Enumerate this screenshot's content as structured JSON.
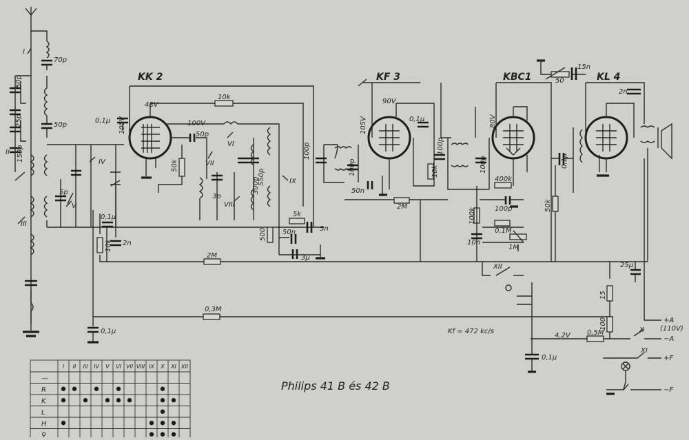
{
  "title": "Philips 41 B és 42 B",
  "note": "Kf = 472 kc/s",
  "tubes": [
    "KK 2",
    "KF 3",
    "KBC1",
    "KL 4"
  ],
  "voltages": {
    "kk2_screen": "48V",
    "kk2_plate": "105V",
    "osc_plate": "100V",
    "kf3_plate": "90V",
    "kf3_screen": "105V",
    "kbc1_plate": "80V",
    "bias": "4,2V"
  },
  "resistors": {
    "r10k_top": "10k",
    "r50k_kk2": "50k",
    "r5k": "5k",
    "r500": "500",
    "r10k_ant": "10k",
    "r2M_a": "2M",
    "r03M": "0,3M",
    "r2M_b": "2M",
    "r10k_kf3": "10k",
    "r400k": "400k",
    "r100k": "100k",
    "r01M": "0,1M",
    "r1M": "1M",
    "r50k_kbc": "50k",
    "r50_top": "50",
    "r15": "15",
    "r100": "100",
    "r05M": "0,5M"
  },
  "capacitors": {
    "c70p": "70p",
    "c50p_a": "50p",
    "c25p": "25p",
    "c150p": "150p",
    "c50p_b": "50p",
    "c5p": "5p",
    "c01u_a": "0,1µ",
    "c01u_b": "0,1µ",
    "c2n": "2n",
    "c01u_c": "0,1µ",
    "c50p_c": "50p",
    "c3p": "3p",
    "c550p": "550p",
    "c300p": "300p",
    "c50n": "50n",
    "c5n": "5n",
    "c3u": "3µ",
    "c100p_a": "100p",
    "c100p_b": "100p",
    "c01u_d": "0,1µ",
    "c50n_b": "50n",
    "c100p_c": "100p",
    "c100p_d": "100p",
    "c100p_e": "100p",
    "c10n": "10n",
    "c01u_e": "0,1µ",
    "c15n": "15n",
    "c2n_b": "2n",
    "c25u": "25µ",
    "c01u_f": "0,1µ"
  },
  "switches": [
    "I",
    "II",
    "III",
    "IV",
    "V",
    "VI",
    "VII",
    "VIII",
    "IX",
    "X",
    "XI",
    "XII"
  ],
  "terminals": [
    "+A",
    "(110V)",
    "−A",
    "+F",
    "−F"
  ],
  "table": {
    "columns": [
      "I",
      "II",
      "III",
      "IV",
      "V",
      "VI",
      "VII",
      "VIII",
      "IX",
      "X",
      "XI",
      "XII"
    ],
    "rows": [
      {
        "label": "—",
        "cells": [
          0,
          0,
          0,
          0,
          0,
          0,
          0,
          0,
          0,
          0,
          0,
          0
        ]
      },
      {
        "label": "R",
        "cells": [
          1,
          1,
          0,
          1,
          0,
          1,
          0,
          0,
          0,
          1,
          0,
          0
        ]
      },
      {
        "label": "K",
        "cells": [
          1,
          0,
          1,
          0,
          1,
          1,
          1,
          0,
          0,
          1,
          1,
          0
        ]
      },
      {
        "label": "L",
        "cells": [
          0,
          0,
          0,
          0,
          0,
          0,
          0,
          0,
          0,
          1,
          0,
          0
        ]
      },
      {
        "label": "H",
        "cells": [
          1,
          0,
          0,
          0,
          0,
          0,
          0,
          0,
          1,
          1,
          1,
          0
        ]
      },
      {
        "label": "⚲",
        "cells": [
          0,
          0,
          0,
          0,
          0,
          0,
          0,
          0,
          1,
          1,
          1,
          0
        ]
      }
    ]
  }
}
